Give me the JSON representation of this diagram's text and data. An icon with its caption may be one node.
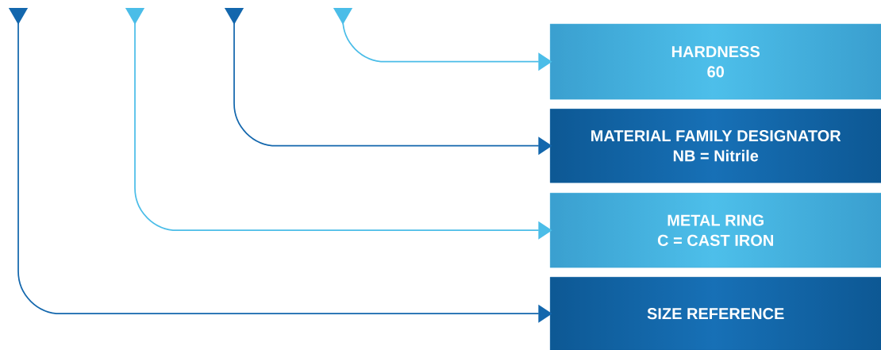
{
  "diagram": {
    "nodes": [
      {
        "text": [
          "HARDNESS",
          "60"
        ]
      },
      {
        "text": [
          "MATERIAL FAMILY DESIGNATOR",
          "NB = Nitrile"
        ]
      },
      {
        "text": [
          "METAL RING",
          "C = CAST IRON"
        ]
      },
      {
        "text": [
          "SIZE REFERENCE"
        ]
      },
      {
        "text": [],
        "shape": "triangle"
      },
      {
        "text": [],
        "shape": "triangle"
      },
      {
        "text": [],
        "shape": "triangle"
      },
      {
        "text": [],
        "shape": "triangle"
      }
    ],
    "edges": [
      {
        "from": 4,
        "to": 3,
        "arrow": "to",
        "color": "#1367ad"
      },
      {
        "from": 5,
        "to": 2,
        "arrow": "to",
        "color": "#4bbde8"
      },
      {
        "from": 6,
        "to": 1,
        "arrow": "to",
        "color": "#1367ad"
      },
      {
        "from": 7,
        "to": 0,
        "arrow": "to",
        "color": "#4bbde8"
      }
    ]
  }
}
